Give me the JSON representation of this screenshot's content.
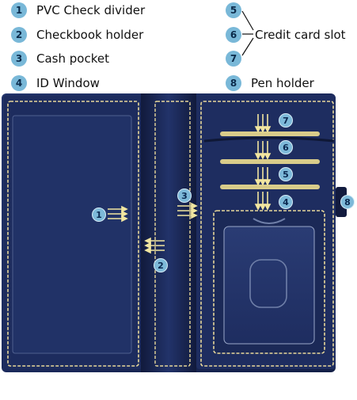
{
  "legend": {
    "left": [
      {
        "num": "1",
        "label": "PVC Check divider"
      },
      {
        "num": "2",
        "label": "Checkbook holder"
      },
      {
        "num": "3",
        "label": "Cash pocket"
      },
      {
        "num": "4",
        "label": "ID Window"
      }
    ],
    "right": {
      "slot_nums": [
        "5",
        "6",
        "7"
      ],
      "slot_label": "Credit card slot",
      "pen": {
        "num": "8",
        "label": "Pen holder"
      }
    }
  },
  "callouts": {
    "divider": "1",
    "checkbook": "2",
    "cash": "3",
    "slot_top": "7",
    "slot_mid": "6",
    "slot_low": "5",
    "id_window": "4",
    "pen": "8"
  },
  "colors": {
    "leather": "#1c2a5a",
    "leather_dark": "#121b3e",
    "stitch": "#e8d89a",
    "badge": "#79b8d8",
    "badge_text": "#0b2a4a",
    "arrow": "#f2e6a0"
  }
}
